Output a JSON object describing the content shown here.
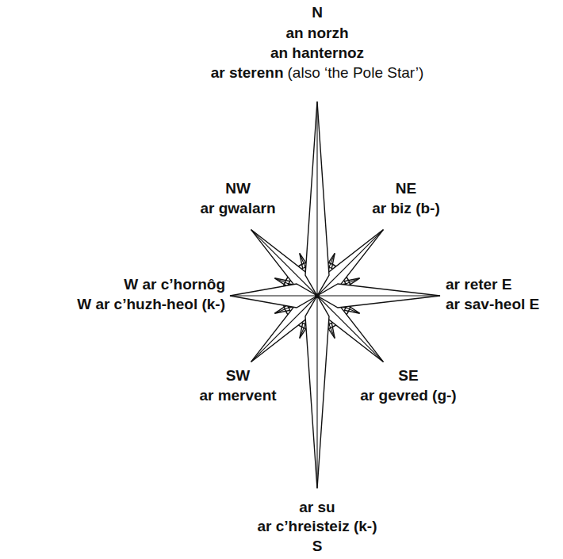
{
  "diagram": {
    "labels": [
      "N",
      "an norzh",
      "an hanternoz",
      "ar sterenn",
      "(also ‘the Pole Star’)",
      "NW",
      "ar gwalarn",
      "NE",
      "ar biz (b-)",
      "W ar c’hornôg",
      "W ar c’huzh-heol (k-)",
      "ar reter E",
      "ar sav-heol E",
      "SW",
      "ar mervent",
      "SE",
      "ar gevred (g-)",
      "ar su",
      "ar c’hreisteiz (k-)",
      "S"
    ]
  }
}
